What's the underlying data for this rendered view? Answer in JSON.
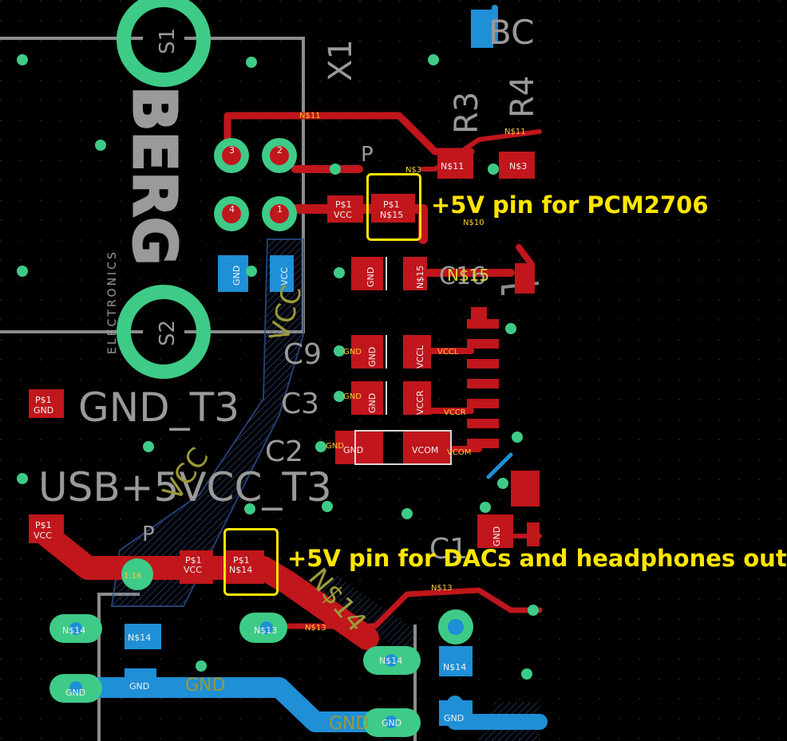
{
  "components": {
    "s1": "S1",
    "s2": "S2",
    "x1": "X1",
    "r3": "R3",
    "r4": "R4",
    "c9": "C9",
    "c3": "C3",
    "c2": "C2",
    "c1": "C1",
    "c16": "C16",
    "bc": "BC",
    "p_top": "P",
    "p_bottom": "P",
    "gnd_t3": "GND_T3",
    "usb5v_t3": "USB+5VCC_T3",
    "berg": "BERG",
    "electronics": "ELECTRONICS",
    "vcc_diag_top": "VCC",
    "vcc_diag_bottom": "VCC",
    "ns14_diag": "N$14",
    "gnd_bottom_1": "GND",
    "gnd_bottom_2": "GND",
    "ns15_big": "N$15"
  },
  "pads": {
    "p1": "P$1",
    "vcc": "VCC",
    "gnd": "GND",
    "ns15": "N$15",
    "ns14": "N$14",
    "ns11": "N$11",
    "ns3": "N$3",
    "ns13": "N$13",
    "vccl": "VCCL",
    "vccr": "VCCR",
    "vcom": "VCOM",
    "n1": "1",
    "n2": "2",
    "n3": "3",
    "n4": "4"
  },
  "trace_labels": {
    "ns11": "N$11",
    "ns3": "N$3",
    "ns13": "N$13",
    "ns10": "N$10",
    "vccl": "VCCL",
    "vccr": "VCCR",
    "vcom": "VCOM",
    "gnd": "GND",
    "via": "1-16",
    "via_big": "1:16"
  },
  "annotations": {
    "pcm2706": "+5V pin for PCM2706",
    "dacs": "+5V pin for DACs and headphones out"
  },
  "colors": {
    "top_copper": "#c0161c",
    "bottom_copper": "#1f8fd6",
    "via_ring": "#3ecb87",
    "silkscreen": "#9a9a9a",
    "annotation": "#ffe600"
  }
}
